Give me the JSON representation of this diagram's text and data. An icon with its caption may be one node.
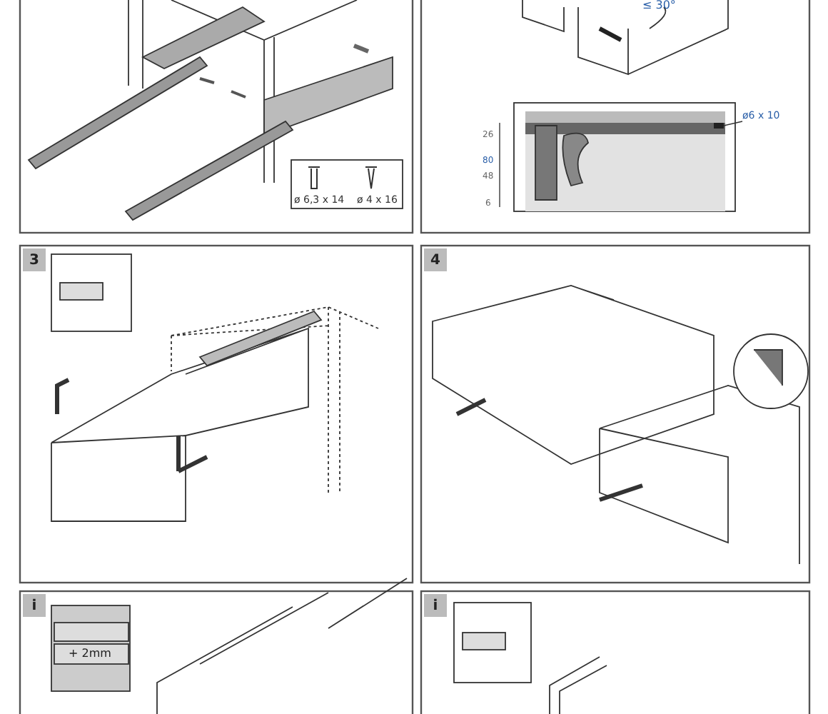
{
  "diagram": {
    "nodes": [
      {
        "text": [
          "ø6 x 10"
        ]
      },
      {
        "text": [],
        "shape": "bar"
      }
    ],
    "edges": [
      {
        "from": 0,
        "to": 1,
        "arrow": "none"
      }
    ],
    "labels": [
      "ø 6,3 x 14",
      "ø 4 x 16",
      "≤ 30°",
      "26",
      "80",
      "48",
      "6",
      "3",
      "4",
      "i",
      "+ 2mm",
      "i"
    ]
  }
}
